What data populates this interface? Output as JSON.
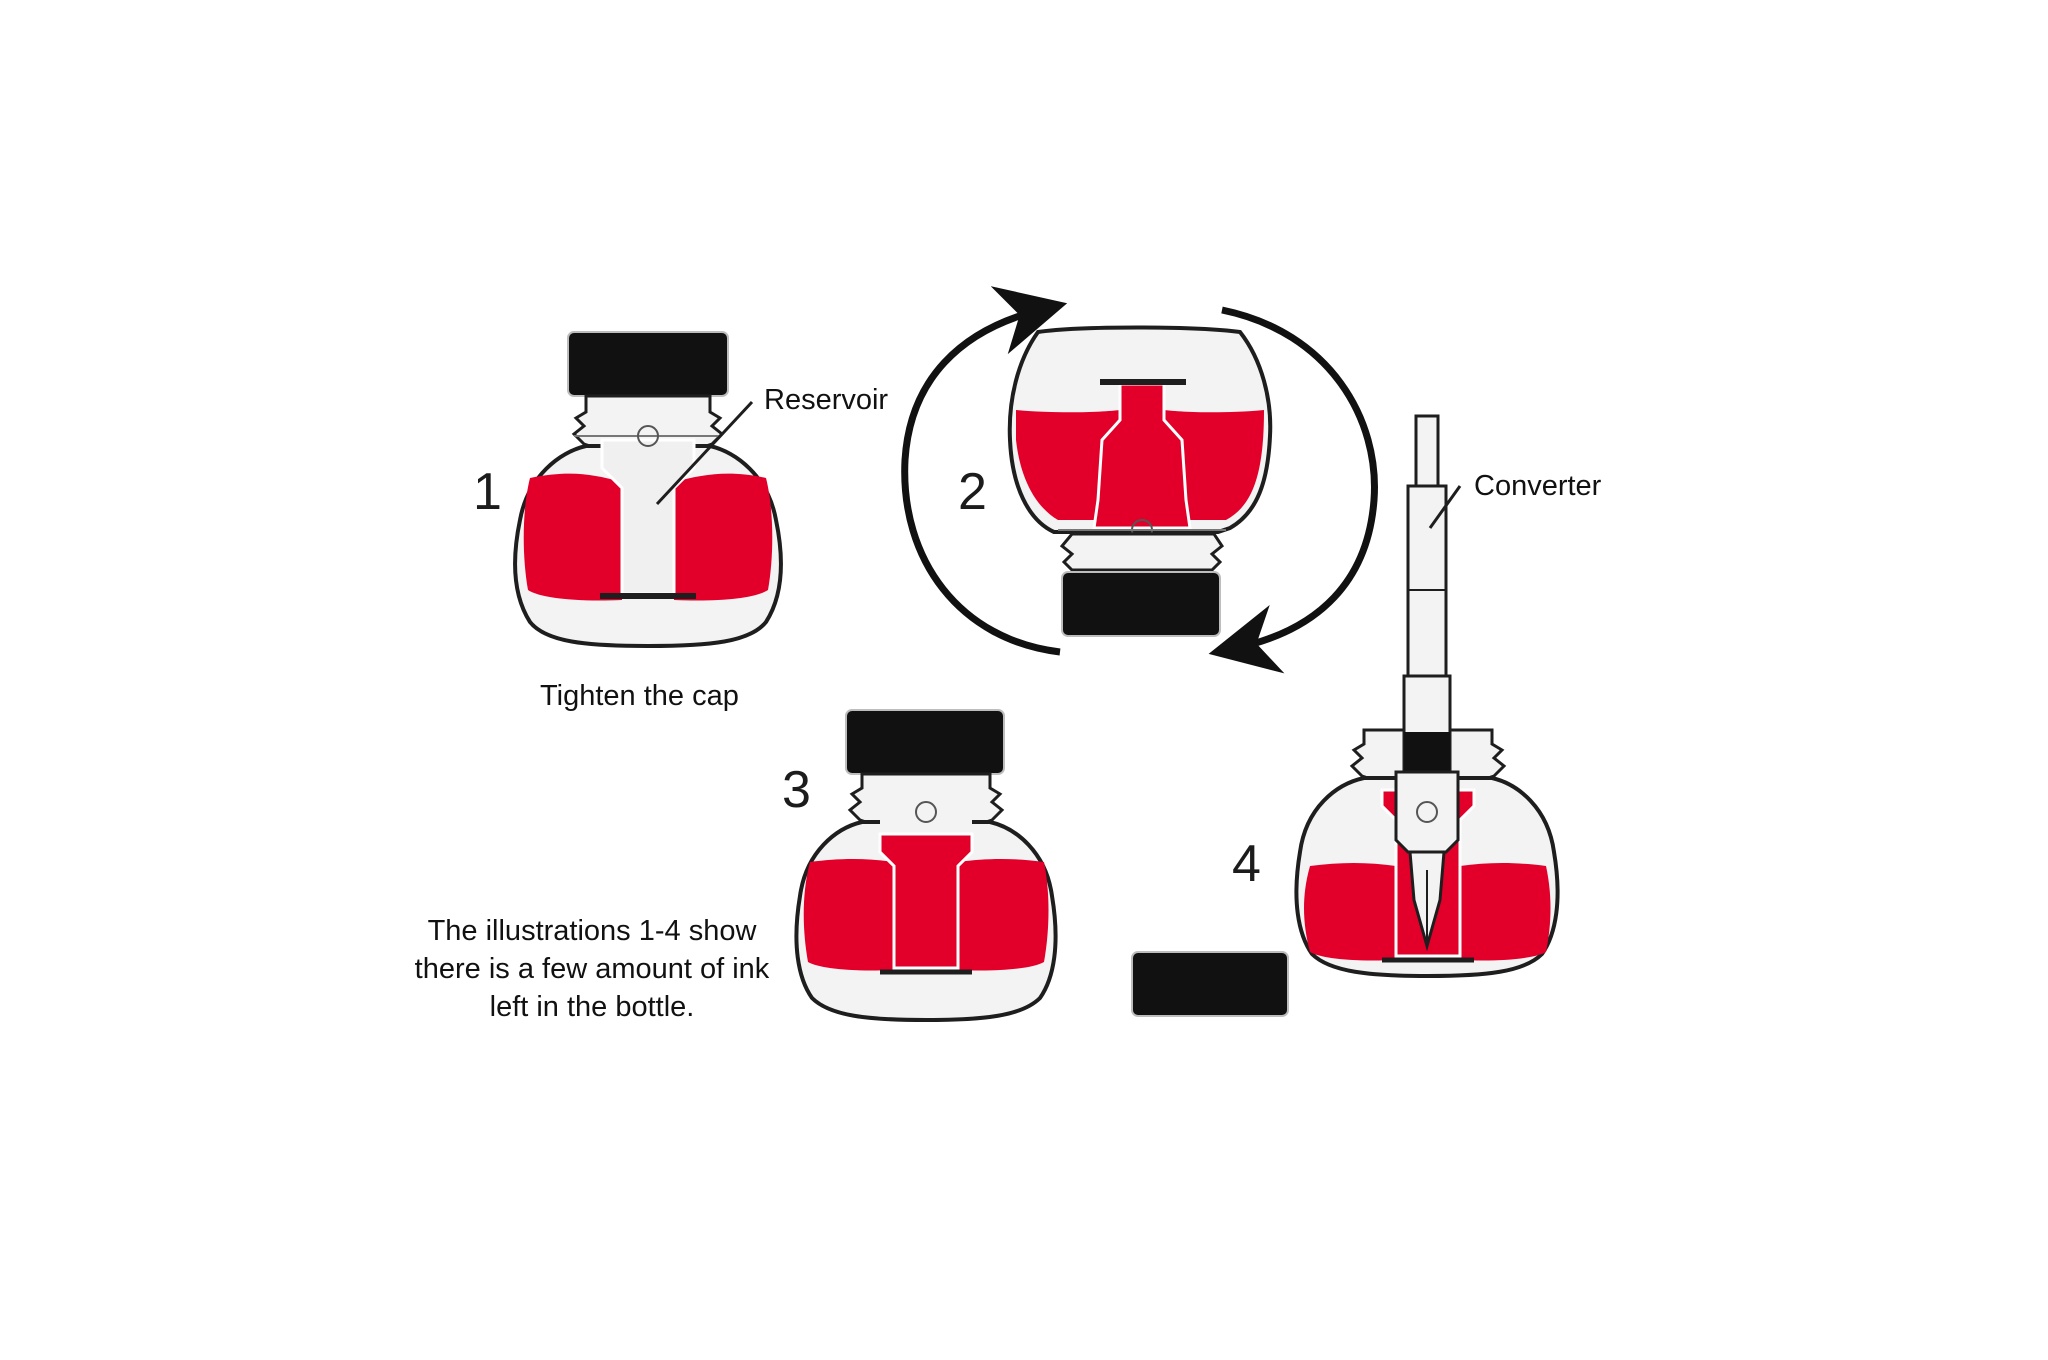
{
  "steps": [
    {
      "number": "1",
      "caption": "Tighten the cap"
    },
    {
      "number": "2"
    },
    {
      "number": "3"
    },
    {
      "number": "4"
    }
  ],
  "callouts": {
    "reservoir": "Reservoir",
    "converter": "Converter"
  },
  "note": {
    "line1": "The illustrations 1-4 show",
    "line2": "there is a few amount of ink",
    "line3": "left in the bottle."
  },
  "colors": {
    "ink": "#e2002a",
    "cap": "#111111",
    "outline": "#1e1e1e",
    "glass": "#f3f3f3",
    "background": "#ffffff"
  }
}
